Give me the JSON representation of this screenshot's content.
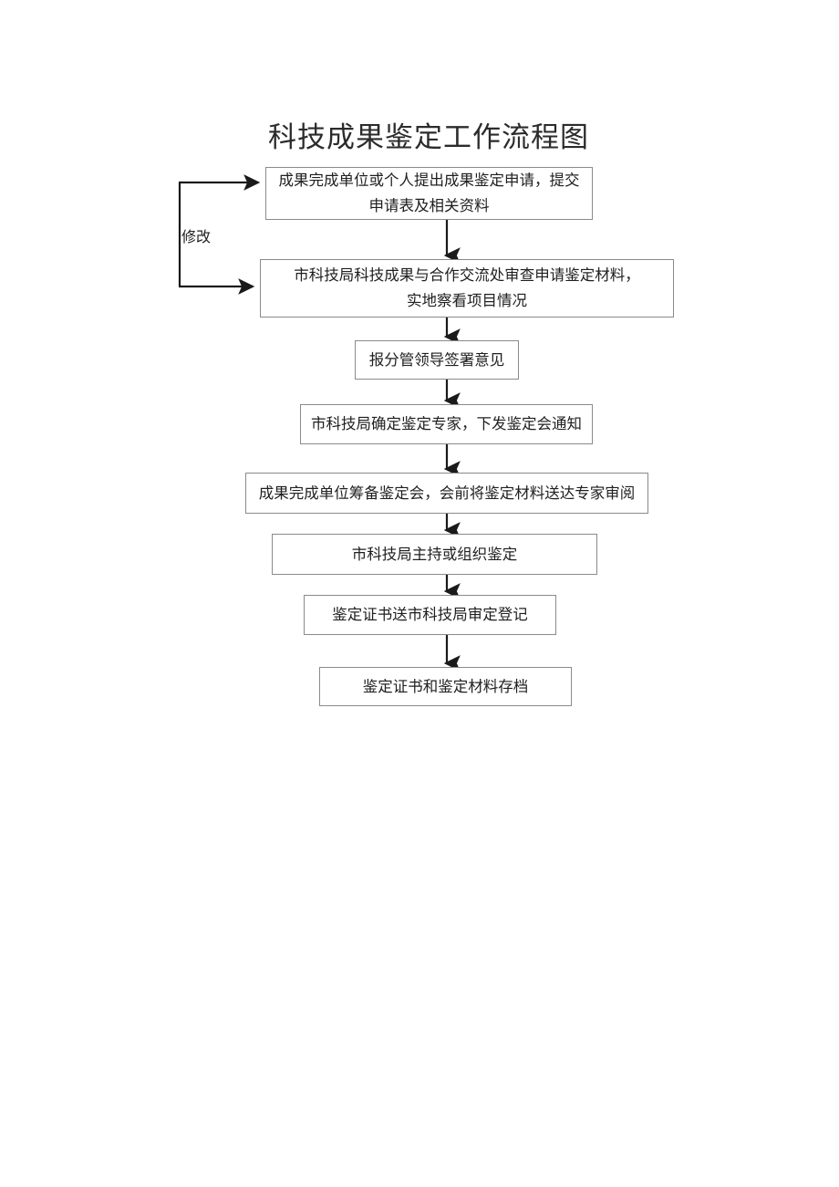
{
  "document": {
    "title": "科技成果鉴定工作流程图",
    "page_background": "#ffffff",
    "box_border_color": "#8a8a8a",
    "connector_color": "#1a1a1a",
    "text_color": "#1f1f1f"
  },
  "flowchart": {
    "type": "flowchart",
    "orientation": "top-to-bottom",
    "nodes": [
      {
        "id": "node-1",
        "step": 1,
        "text": "成果完成单位或个人提出成果鉴定申请，提交\n申请表及相关资料",
        "shape": "rectangle"
      },
      {
        "id": "node-2",
        "step": 2,
        "text": "市科技局科技成果与合作交流处审查申请鉴定材料，\n实地察看项目情况",
        "shape": "rectangle"
      },
      {
        "id": "node-3",
        "step": 3,
        "text": "报分管领导签署意见",
        "shape": "rectangle"
      },
      {
        "id": "node-4",
        "step": 4,
        "text": "市科技局确定鉴定专家，下发鉴定会通知",
        "shape": "rectangle"
      },
      {
        "id": "node-5",
        "step": 5,
        "text": "成果完成单位筹备鉴定会，会前将鉴定材料送达专家审阅",
        "shape": "rectangle"
      },
      {
        "id": "node-6",
        "step": 6,
        "text": "市科技局主持或组织鉴定",
        "shape": "rectangle"
      },
      {
        "id": "node-7",
        "step": 7,
        "text": "鉴定证书送市科技局审定登记",
        "shape": "rectangle"
      },
      {
        "id": "node-8",
        "step": 8,
        "text": "鉴定证书和鉴定材料存档",
        "shape": "rectangle"
      }
    ],
    "edges": [
      {
        "from": "node-1",
        "to": "node-2",
        "label": ""
      },
      {
        "from": "node-2",
        "to": "node-3",
        "label": ""
      },
      {
        "from": "node-3",
        "to": "node-4",
        "label": ""
      },
      {
        "from": "node-4",
        "to": "node-5",
        "label": ""
      },
      {
        "from": "node-5",
        "to": "node-6",
        "label": ""
      },
      {
        "from": "node-6",
        "to": "node-7",
        "label": ""
      },
      {
        "from": "node-7",
        "to": "node-8",
        "label": ""
      }
    ],
    "loop_back": {
      "label": "修改",
      "targets": [
        "node-1",
        "node-2"
      ],
      "description": "左侧回路，带有两个指向右的箭头，分别进入第一个和第二个流程框"
    }
  }
}
